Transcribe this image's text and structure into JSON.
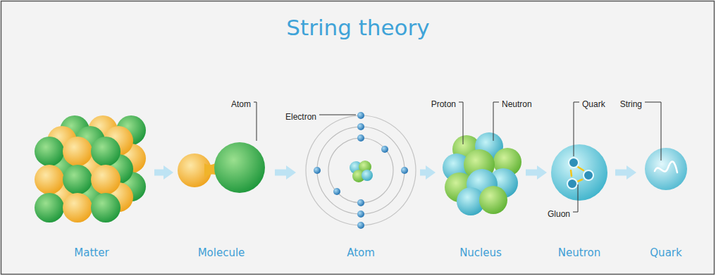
{
  "diagram": {
    "title": "String theory",
    "nodes": [
      {
        "text": [
          "Matter"
        ]
      },
      {
        "text": [
          "Molecule"
        ]
      },
      {
        "text": [
          "Atom"
        ]
      },
      {
        "text": [
          "Nucleus"
        ]
      },
      {
        "text": [
          "Neutron"
        ]
      },
      {
        "text": [
          "Quark"
        ]
      }
    ],
    "edges": [
      {
        "from": 0,
        "to": 1,
        "arrow": "to"
      },
      {
        "from": 1,
        "to": 2,
        "arrow": "to"
      },
      {
        "from": 2,
        "to": 3,
        "arrow": "to"
      },
      {
        "from": 3,
        "to": 4,
        "arrow": "to"
      },
      {
        "from": 4,
        "to": 5,
        "arrow": "to"
      }
    ],
    "labels": [
      "Atom",
      "Electron",
      "Proton",
      "Neutron",
      "Quark",
      "String",
      "Gluon"
    ]
  }
}
